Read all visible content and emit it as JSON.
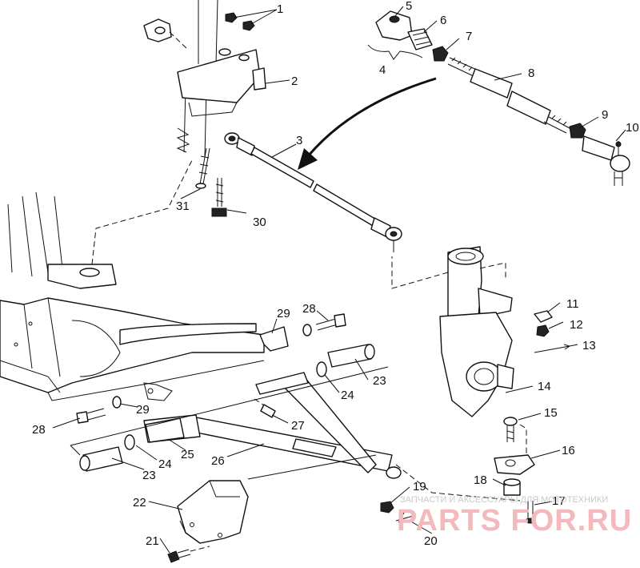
{
  "callouts": [
    {
      "id": "c1",
      "num": "1"
    },
    {
      "id": "c2",
      "num": "2"
    },
    {
      "id": "c3",
      "num": "3"
    },
    {
      "id": "c4",
      "num": "4"
    },
    {
      "id": "c5",
      "num": "5"
    },
    {
      "id": "c6",
      "num": "6"
    },
    {
      "id": "c7",
      "num": "7"
    },
    {
      "id": "c8",
      "num": "8"
    },
    {
      "id": "c9",
      "num": "9"
    },
    {
      "id": "c10",
      "num": "10"
    },
    {
      "id": "c11",
      "num": "11"
    },
    {
      "id": "c12",
      "num": "12"
    },
    {
      "id": "c13",
      "num": "13"
    },
    {
      "id": "c14",
      "num": "14"
    },
    {
      "id": "c15",
      "num": "15"
    },
    {
      "id": "c16",
      "num": "16"
    },
    {
      "id": "c17",
      "num": "17"
    },
    {
      "id": "c18",
      "num": "18"
    },
    {
      "id": "c19",
      "num": "19"
    },
    {
      "id": "c20",
      "num": "20"
    },
    {
      "id": "c21",
      "num": "21"
    },
    {
      "id": "c22",
      "num": "22"
    },
    {
      "id": "c23a",
      "num": "23"
    },
    {
      "id": "c23b",
      "num": "23"
    },
    {
      "id": "c24a",
      "num": "24"
    },
    {
      "id": "c24b",
      "num": "24"
    },
    {
      "id": "c25",
      "num": "25"
    },
    {
      "id": "c26",
      "num": "26"
    },
    {
      "id": "c27",
      "num": "27"
    },
    {
      "id": "c28a",
      "num": "28"
    },
    {
      "id": "c28b",
      "num": "28"
    },
    {
      "id": "c29a",
      "num": "29"
    },
    {
      "id": "c29b",
      "num": "29"
    },
    {
      "id": "c30",
      "num": "30"
    },
    {
      "id": "c31",
      "num": "31"
    }
  ],
  "watermark": {
    "tagline": "ЗАПЧАСТИ И АКСЕССУАРЫ ДЛЯ МОТОТЕХНИКИ",
    "logo": "PARTS FOR.RU"
  },
  "colors": {
    "ink": "#111111",
    "watermark_logo": "#f3b9bc",
    "watermark_text": "#c9c9c9"
  }
}
